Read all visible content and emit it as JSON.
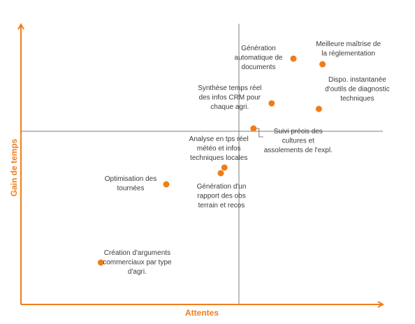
{
  "chart_data": {
    "type": "scatter",
    "xlabel": "Attentes",
    "ylabel": "Gain de temps",
    "xlim": [
      0,
      100
    ],
    "ylim": [
      0,
      100
    ],
    "x_divider": 60,
    "y_divider": 62,
    "grid": false,
    "colors": {
      "axis": "#f07d1a",
      "points": "#f07d1a",
      "dividers": "#7f7f7f",
      "text": "#3a3a3a"
    },
    "points": [
      {
        "name": "Génération automatique de documents",
        "x": 75,
        "y": 88,
        "lines": [
          "Génération",
          "automatique de",
          "documents"
        ],
        "label_pos": "left"
      },
      {
        "name": "Meilleure maîtrise de la réglementation",
        "x": 83,
        "y": 86,
        "lines": [
          "Meilleure maîtrise de",
          "la réglementation"
        ],
        "label_pos": "above"
      },
      {
        "name": "Synthèse temps réel des infos CRM pour chaque agri.",
        "x": 69,
        "y": 72,
        "lines": [
          "Synthèse temps réel",
          "des infos CRM pour",
          "chaque agri."
        ],
        "label_pos": "left"
      },
      {
        "name": "Dispo. instantanée d'outils de diagnostic techniques",
        "x": 82,
        "y": 70,
        "lines": [
          "Dispo. instantanée",
          "d'outils de diagnostic",
          "techniques"
        ],
        "label_pos": "above"
      },
      {
        "name": "Suivi précis des cultures et assolements de l'expl.",
        "x": 64,
        "y": 63,
        "lines": [
          "Suivi précis des",
          "cultures et",
          "assolements de l'expl."
        ],
        "label_pos": "right-callout"
      },
      {
        "name": "Analyse en tps réel météo et infos techniques locales",
        "x": 56,
        "y": 49,
        "lines": [
          "Analyse en tps réel",
          "météo et infos",
          "techniques locales"
        ],
        "label_pos": "above"
      },
      {
        "name": "Génération d'un rapport des obs terrain et recos",
        "x": 55,
        "y": 47,
        "lines": [
          "Génération d'un",
          "rapport des obs",
          "terrain et recos"
        ],
        "label_pos": "below"
      },
      {
        "name": "Optimisation des tournées",
        "x": 40,
        "y": 43,
        "lines": [
          "Optimisation des",
          "tournées"
        ],
        "label_pos": "left"
      },
      {
        "name": "Création d'arguments commerciaux par type d'agri.",
        "x": 22,
        "y": 15,
        "lines": [
          "Création d'arguments",
          "commerciaux par type",
          "d'agri."
        ],
        "label_pos": "right"
      }
    ]
  }
}
